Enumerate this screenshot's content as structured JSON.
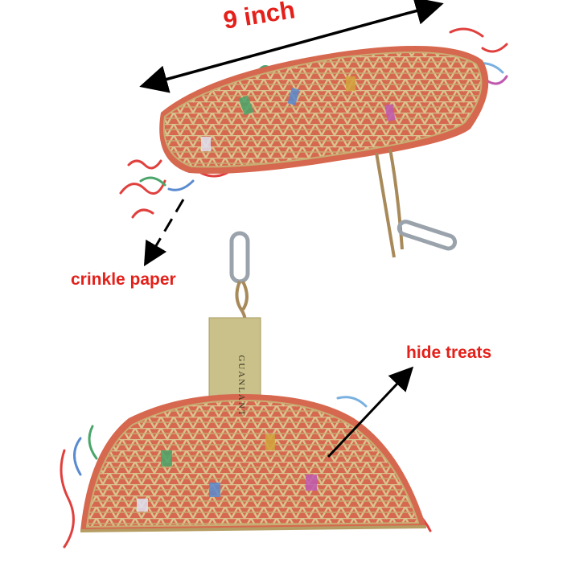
{
  "labels": {
    "dimension": "9 inch",
    "crinkle": "crinkle paper",
    "treats": "hide treats",
    "brand_tag": "GUANLANT"
  },
  "colors": {
    "label_red": "#e4201a",
    "arrow_black": "#000000",
    "bamboo": "#d9c38f",
    "bamboo_dark": "#b59c62",
    "tag": "#c9c08a",
    "rope": "#a88a5a",
    "metal": "#9aa3ab"
  }
}
